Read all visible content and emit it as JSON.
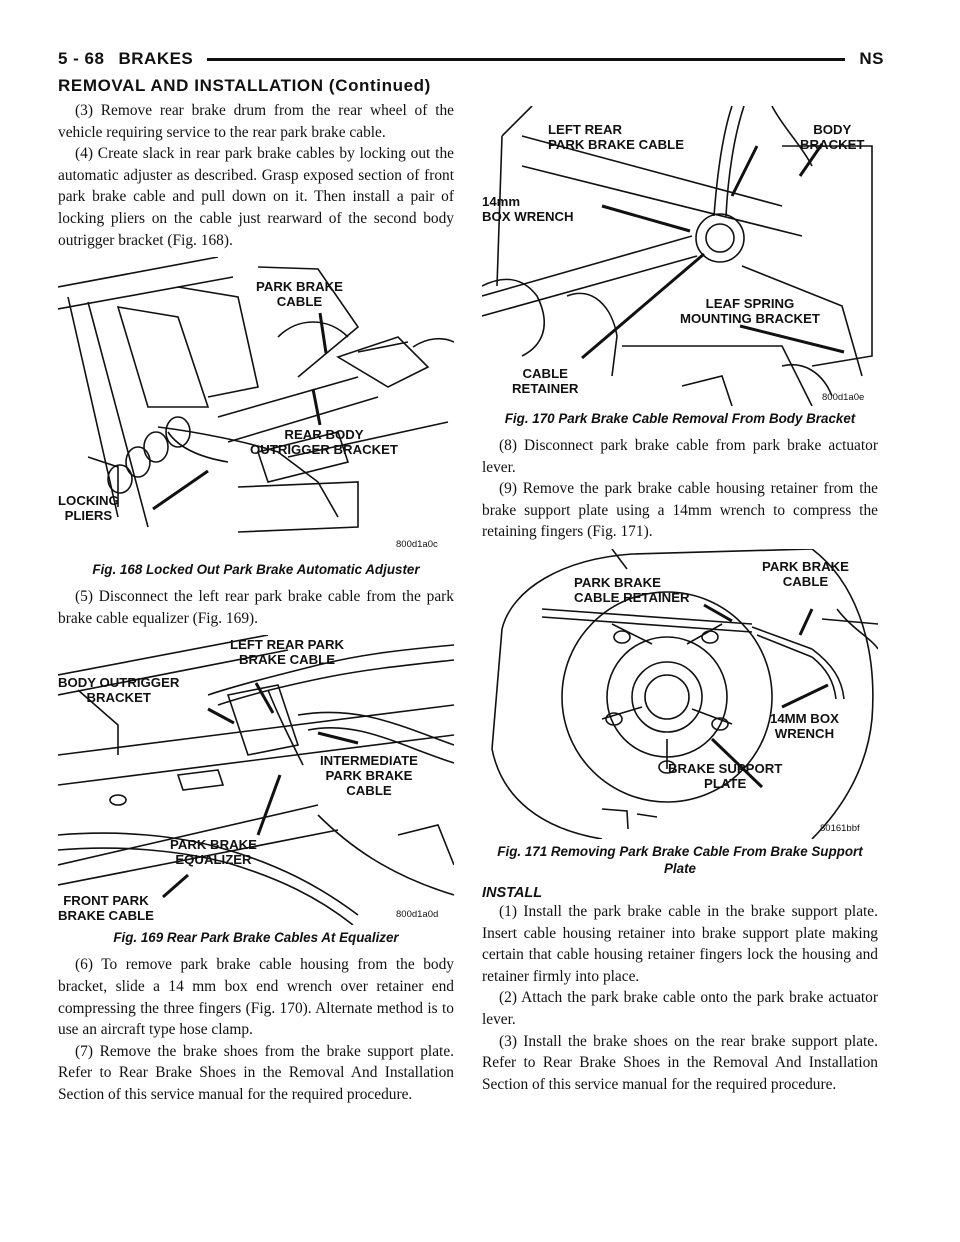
{
  "header": {
    "page_number": "5 - 68",
    "section": "BRAKES",
    "model": "NS"
  },
  "subheading": "REMOVAL AND INSTALLATION (Continued)",
  "left_column": {
    "para_3": "(3) Remove rear brake drum from the rear wheel of the vehicle requiring service to the rear park brake cable.",
    "para_4": "(4) Create slack in rear park brake cables by locking out the automatic adjuster as described. Grasp exposed section of front park brake cable and pull down on it. Then install a pair of locking pliers on the cable just rearward of the second body outrigger bracket (Fig. 168).",
    "para_5": "(5) Disconnect the left rear park brake cable from the park brake cable equalizer (Fig. 169).",
    "para_6": "(6) To remove park brake cable housing from the body bracket, slide a 14 mm box end wrench over retainer end compressing the three fingers (Fig. 170). Alternate method is to use an aircraft type hose clamp.",
    "para_7": "(7) Remove the brake shoes from the brake support plate. Refer to Rear Brake Shoes in the Removal And Installation Section of this service manual for the required procedure."
  },
  "right_column": {
    "para_8": "(8) Disconnect park brake cable from park brake actuator lever.",
    "para_9": "(9) Remove the park brake cable housing retainer from the brake support plate using a 14mm wrench to compress the retaining fingers (Fig. 171).",
    "install_heading": "INSTALL",
    "install_1": "(1) Install the park brake cable in the brake support plate. Insert cable housing retainer into brake support plate making certain that cable housing retainer fingers lock the housing and retainer firmly into place.",
    "install_2": "(2) Attach the park brake cable onto the park brake actuator lever.",
    "install_3": "(3) Install the brake shoes on the rear brake support plate. Refer to Rear Brake Shoes in the Removal And Installation Section of this service manual for the required procedure."
  },
  "figures": {
    "fig168": {
      "caption": "Fig. 168 Locked Out Park Brake Automatic Adjuster",
      "code": "800d1a0c",
      "labels": {
        "park_brake_cable": "PARK BRAKE\nCABLE",
        "rear_body_bracket": "REAR BODY\nOUTRIGGER BRACKET",
        "locking_pliers": "LOCKING\nPLIERS"
      }
    },
    "fig169": {
      "caption": "Fig. 169 Rear Park Brake Cables At Equalizer",
      "code": "800d1a0d",
      "labels": {
        "left_rear": "LEFT REAR PARK\nBRAKE CABLE",
        "body_outrigger": "BODY OUTRIGGER\nBRACKET",
        "intermediate": "INTERMEDIATE\nPARK BRAKE\nCABLE",
        "equalizer": "PARK BRAKE\nEQUALIZER",
        "front_park": "FRONT PARK\nBRAKE CABLE"
      }
    },
    "fig170": {
      "caption": "Fig. 170 Park Brake Cable Removal From Body Bracket",
      "code": "800d1a0e",
      "labels": {
        "left_rear": "LEFT REAR\nPARK BRAKE CABLE",
        "body_bracket": "BODY\nBRACKET",
        "box_wrench": "14mm\nBOX WRENCH",
        "leaf_spring": "LEAF SPRING\nMOUNTING BRACKET",
        "cable_retainer": "CABLE\nRETAINER"
      }
    },
    "fig171": {
      "caption": "Fig. 171 Removing Park Brake Cable From Brake Support Plate",
      "code": "80161bbf",
      "labels": {
        "cable_retainer": "PARK BRAKE\nCABLE RETAINER",
        "park_cable": "PARK BRAKE\nCABLE",
        "box_wrench": "14MM BOX\nWRENCH",
        "support_plate": "BRAKE SUPPORT\nPLATE"
      }
    }
  }
}
